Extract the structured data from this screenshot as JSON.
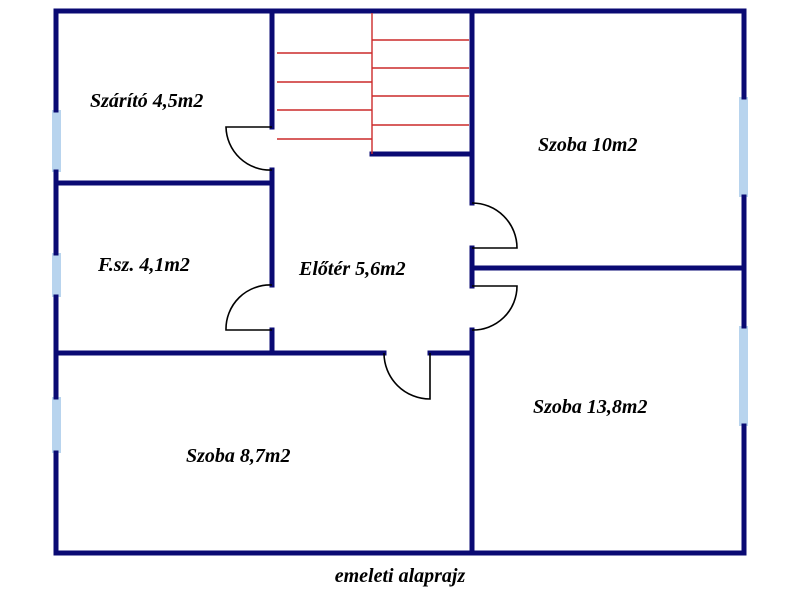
{
  "plan": {
    "caption": "emeleti alaprajz",
    "rooms": [
      {
        "id": "szarito",
        "label": "Szárító 4,5m2"
      },
      {
        "id": "fsz",
        "label": "F.sz. 4,1m2"
      },
      {
        "id": "eloter",
        "label": "Előtér 5,6m2"
      },
      {
        "id": "szoba-10",
        "label": "Szoba 10m2"
      },
      {
        "id": "szoba-13-8",
        "label": "Szoba 13,8m2"
      },
      {
        "id": "szoba-8-7",
        "label": "Szoba 8,7m2"
      }
    ]
  },
  "colors": {
    "wall": "#0a0a73",
    "window": "#b8d4ee",
    "stairs": "#cc2a2a",
    "door": "#000000",
    "text": "#000000"
  }
}
